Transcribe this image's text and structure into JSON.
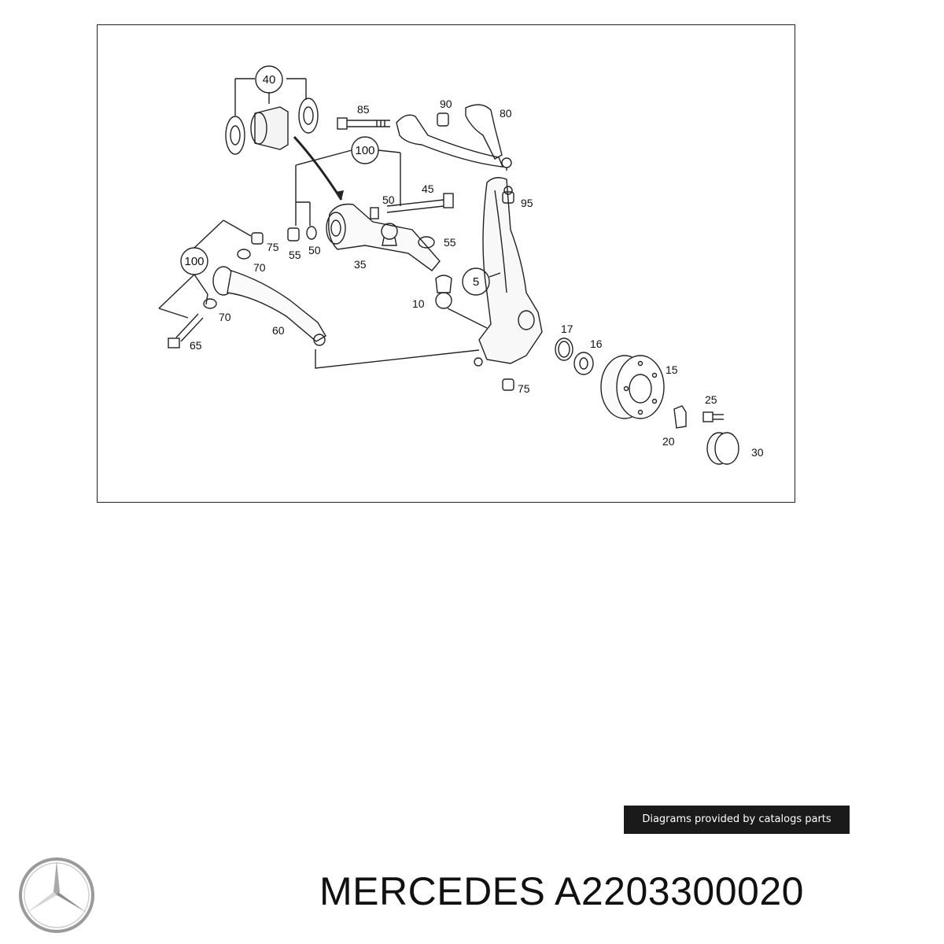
{
  "diagram": {
    "callouts": [
      "40",
      "85",
      "90",
      "80",
      "100",
      "45",
      "50",
      "95",
      "75",
      "55",
      "55",
      "50",
      "100",
      "70",
      "35",
      "5",
      "10",
      "70",
      "17",
      "16",
      "60",
      "65",
      "15",
      "75",
      "25",
      "20",
      "30"
    ],
    "credit": "Diagrams provided by catalogs parts"
  },
  "footer": {
    "brand": "MERCEDES",
    "part_number": "A2203300020",
    "logo_icon": "mercedes-star-icon"
  }
}
